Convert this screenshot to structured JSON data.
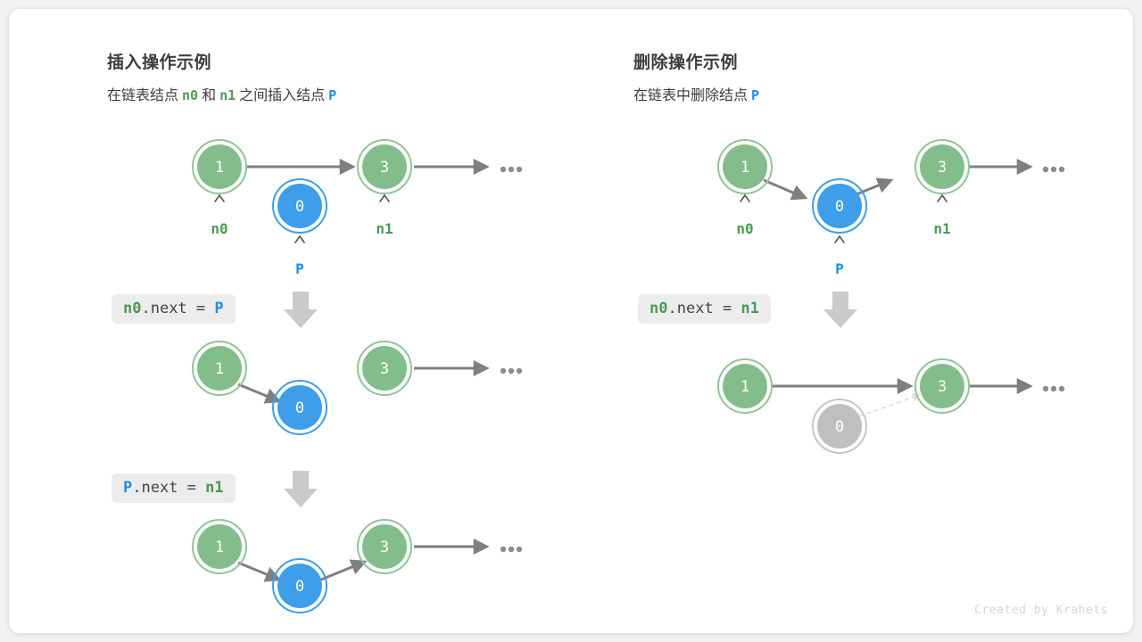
{
  "footer": {
    "credit": "Created by Krahets"
  },
  "colors": {
    "node_green_fill": "#84bd8c",
    "node_green_ring": "#8fc596",
    "node_blue_fill": "#3f9ee9",
    "node_blue_ring": "#3f9ee9",
    "node_gray_fill": "#bfbfbf",
    "node_gray_ring": "#c6c6c6",
    "arrow_gray": "#7f7f7f",
    "dashed_gray": "#d9d9d9",
    "code_bg": "#ececec",
    "text_green": "#4c9a55",
    "text_blue": "#1f8fe0",
    "page_bg": "#f2f2f2",
    "card_bg": "#ffffff"
  },
  "panels": [
    {
      "id": "insert",
      "title": "插入操作示例",
      "subtitle": {
        "parts": [
          {
            "text": "在链表结点",
            "style": "plain"
          },
          {
            "text": "n0",
            "style": "green"
          },
          {
            "text": "和",
            "style": "plain"
          },
          {
            "text": "n1",
            "style": "green"
          },
          {
            "text": "之间插入结点",
            "style": "plain"
          },
          {
            "text": "P",
            "style": "blue"
          }
        ]
      },
      "steps": [
        {
          "code": {
            "parts": [
              {
                "text": "n0",
                "style": "green"
              },
              {
                "text": ".next = ",
                "style": "plain"
              },
              {
                "text": "P",
                "style": "blue"
              }
            ]
          }
        },
        {
          "code": {
            "parts": [
              {
                "text": "P",
                "style": "blue"
              },
              {
                "text": ".next = ",
                "style": "plain"
              },
              {
                "text": "n1",
                "style": "green"
              }
            ]
          }
        }
      ],
      "rows": [
        {
          "name": "before-insert",
          "nodes": [
            {
              "value": "1",
              "color": "green",
              "pointer": "n0",
              "pointer_color": "green"
            },
            {
              "value": "0",
              "color": "blue",
              "pointer": "P",
              "pointer_color": "blue"
            },
            {
              "value": "3",
              "color": "green",
              "pointer": "n1",
              "pointer_color": "green"
            }
          ],
          "trailing_ellipsis": "•••"
        },
        {
          "name": "after-step-1",
          "nodes": [
            {
              "value": "1",
              "color": "green"
            },
            {
              "value": "0",
              "color": "blue"
            },
            {
              "value": "3",
              "color": "green"
            }
          ],
          "trailing_ellipsis": "•••"
        },
        {
          "name": "after-step-2",
          "nodes": [
            {
              "value": "1",
              "color": "green"
            },
            {
              "value": "0",
              "color": "blue"
            },
            {
              "value": "3",
              "color": "green"
            }
          ],
          "trailing_ellipsis": "•••"
        }
      ]
    },
    {
      "id": "delete",
      "title": "删除操作示例",
      "subtitle": {
        "parts": [
          {
            "text": "在链表中删除结点",
            "style": "plain"
          },
          {
            "text": "P",
            "style": "blue"
          }
        ]
      },
      "steps": [
        {
          "code": {
            "parts": [
              {
                "text": "n0",
                "style": "green"
              },
              {
                "text": ".next = ",
                "style": "plain"
              },
              {
                "text": "n1",
                "style": "green"
              }
            ]
          }
        }
      ],
      "rows": [
        {
          "name": "before-delete",
          "nodes": [
            {
              "value": "1",
              "color": "green",
              "pointer": "n0",
              "pointer_color": "green"
            },
            {
              "value": "0",
              "color": "blue",
              "pointer": "P",
              "pointer_color": "blue"
            },
            {
              "value": "3",
              "color": "green",
              "pointer": "n1",
              "pointer_color": "green"
            }
          ],
          "trailing_ellipsis": "•••"
        },
        {
          "name": "after-delete",
          "nodes": [
            {
              "value": "1",
              "color": "green"
            },
            {
              "value": "0",
              "color": "gray"
            },
            {
              "value": "3",
              "color": "green"
            }
          ],
          "trailing_ellipsis": "•••"
        }
      ]
    }
  ]
}
